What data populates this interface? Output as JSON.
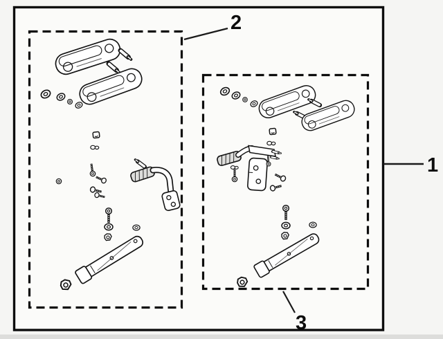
{
  "figure": {
    "type": "exploded-parts-diagram",
    "callouts": [
      {
        "label": "1",
        "refers_to": "outer-kit-boundary"
      },
      {
        "label": "2",
        "refers_to": "left-step-parts-group"
      },
      {
        "label": "3",
        "refers_to": "right-step-parts-group"
      }
    ],
    "regions": [
      {
        "callout": "1",
        "border_style": "solid",
        "contents": "complete-kit"
      },
      {
        "callout": "2",
        "border_style": "dashed",
        "contents": "step-hardware-group-left"
      },
      {
        "callout": "3",
        "border_style": "dashed",
        "contents": "step-hardware-group-right"
      }
    ],
    "drawn_parts": {
      "group_2": [
        "pillion-step-pair",
        "washer-row",
        "square-nut",
        "double-washer",
        "small-bolts",
        "mount-bracket-arm",
        "hex-bolt",
        "washers",
        "hex-nut",
        "step-bar",
        "flange-nut"
      ],
      "group_3": [
        "washer-row",
        "pillion-step-pair",
        "square-nut",
        "double-washer",
        "mount-bracket-assembly",
        "small-bolts",
        "hex-bolt",
        "washers",
        "hex-nut",
        "step-bar",
        "flange-nut"
      ]
    },
    "palette": {
      "line": "#141414",
      "paper": "#fbfbf9",
      "page_background": "#f5f5f3",
      "shaded_fill": "#dddddb",
      "callout_text": "#0d0d0d"
    }
  }
}
